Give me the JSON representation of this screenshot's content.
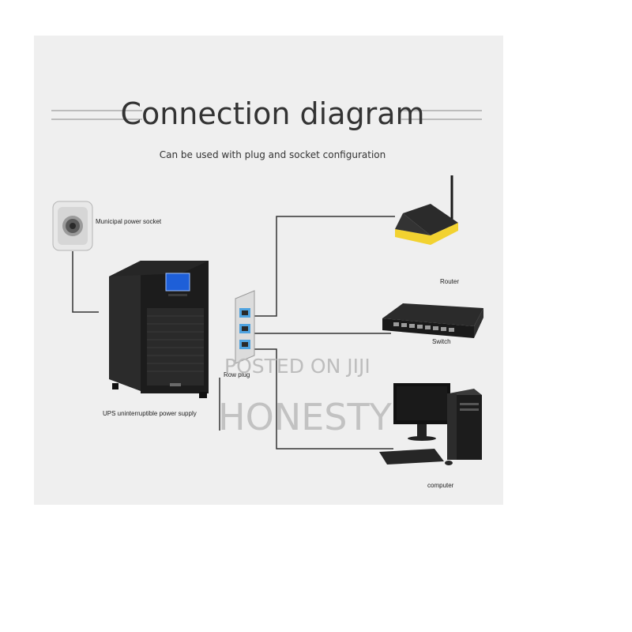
{
  "diagram": {
    "title": "Connection diagram",
    "subtitle": "Can be used with plug and socket configuration",
    "labels": {
      "socket": "Municipal power socket",
      "ups": "UPS uninterruptible power supply",
      "row_plug": "Row plug",
      "router": "Router",
      "switch": "Switch",
      "computer": "computer"
    }
  },
  "watermark": {
    "line1": "POSTED ON JIJI",
    "line2": "HONESTY"
  },
  "colors": {
    "panel": "#efefef",
    "ups_body": "#1c1c1c",
    "ups_screen": "#1e5fd8",
    "router": "#f2d230",
    "wire": "#333333"
  }
}
